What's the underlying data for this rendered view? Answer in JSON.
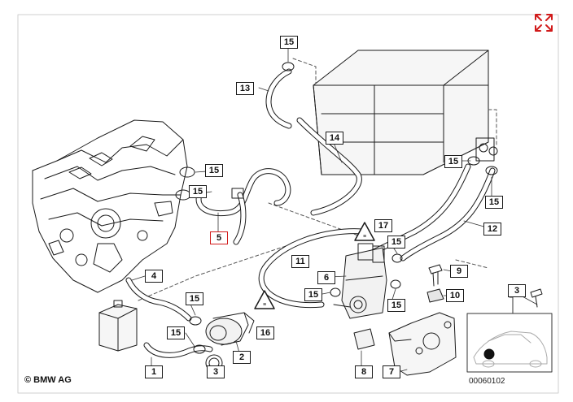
{
  "copyright": "© BMW AG",
  "image_code": "00060102",
  "selected_part": "5",
  "callouts": [
    {
      "id": "c15a",
      "label": "15"
    },
    {
      "id": "c13",
      "label": "13"
    },
    {
      "id": "c14",
      "label": "14"
    },
    {
      "id": "c15b",
      "label": "15"
    },
    {
      "id": "c15c",
      "label": "15"
    },
    {
      "id": "c15d",
      "label": "15"
    },
    {
      "id": "c15e",
      "label": "15"
    },
    {
      "id": "c5",
      "label": "5"
    },
    {
      "id": "c17",
      "label": "17"
    },
    {
      "id": "c12",
      "label": "12"
    },
    {
      "id": "c15f",
      "label": "15"
    },
    {
      "id": "c11",
      "label": "11"
    },
    {
      "id": "c6",
      "label": "6"
    },
    {
      "id": "c9",
      "label": "9"
    },
    {
      "id": "c4",
      "label": "4"
    },
    {
      "id": "c15g",
      "label": "15"
    },
    {
      "id": "c15h",
      "label": "15"
    },
    {
      "id": "c10",
      "label": "10"
    },
    {
      "id": "c3a",
      "label": "3"
    },
    {
      "id": "c15i",
      "label": "15"
    },
    {
      "id": "c16",
      "label": "16"
    },
    {
      "id": "c15j",
      "label": "15"
    },
    {
      "id": "c2",
      "label": "2"
    },
    {
      "id": "c3b",
      "label": "3"
    },
    {
      "id": "c1",
      "label": "1"
    },
    {
      "id": "c8",
      "label": "8"
    },
    {
      "id": "c7",
      "label": "7"
    }
  ],
  "icons": {
    "expand": "expand-icon",
    "warning": "warning-triangle-icon"
  },
  "colors": {
    "line": "#1a1a1a",
    "selected": "#d11a1a",
    "expand": "#d11a1a"
  }
}
